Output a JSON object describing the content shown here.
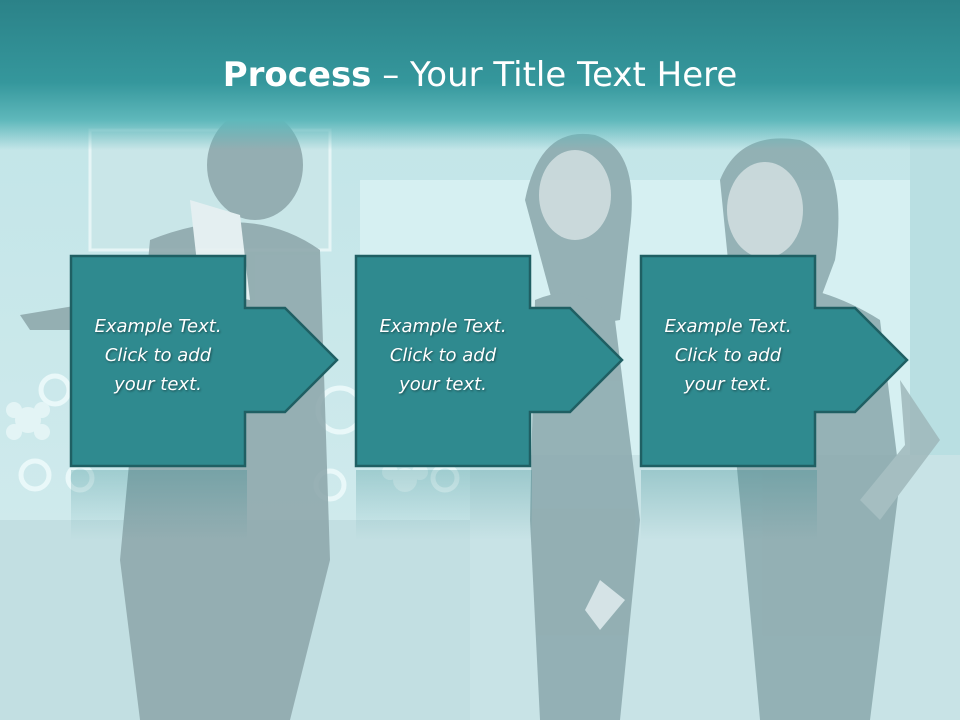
{
  "title": {
    "bold": "Process",
    "rest": " – Your Title Text Here"
  },
  "steps": [
    {
      "text": "Example Text.\nClick  to add\nyour text."
    },
    {
      "text": "Example Text.\nClick  to add\nyour text."
    },
    {
      "text": "Example Text.\nClick  to add\nyour text."
    }
  ],
  "colors": {
    "title_band": "#2b8288",
    "step_fill": "#2f8a8f",
    "step_border": "#1f5f63",
    "text": "#ffffff"
  }
}
